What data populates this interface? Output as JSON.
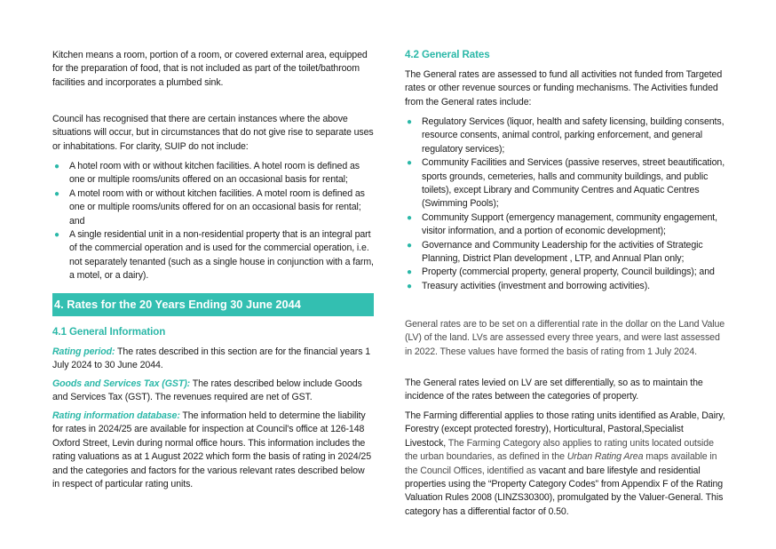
{
  "left": {
    "kitchen_para": "Kitchen means a room, portion of a room, or covered external area, equipped for the preparation of food, that is not included as part of the toilet/bathroom facilities and incorporates a plumbed sink.",
    "council_para": "Council has recognised that there are certain instances where the above situations will occur, but in circumstances that do not give rise to separate uses or inhabitations. For clarity, SUIP do not include:",
    "suip_items": [
      "A hotel room with or without kitchen facilities. A hotel room is defined as one or multiple rooms/units offered on an occasional basis for rental;",
      "A motel room with or without kitchen facilities. A motel room is defined as one or multiple rooms/units offered for on an occasional basis for rental; and",
      "A single residential unit in a non-residential property that is an integral part of the commercial operation and is used for the commercial operation, i.e. not separately tenanted (such as a single house in conjunction with a farm, a motel, or a dairy)."
    ],
    "section_heading": "4. Rates for the 20 Years Ending 30 June 2044",
    "subheading": "4.1 General Information",
    "rating_period_label": "Rating period:",
    "rating_period_text": " The rates described in this section are for the financial years 1 July 2024 to 30 June 2044.",
    "gst_label": "Goods and Services Tax (GST):",
    "gst_text": " The rates described below include Goods and Services Tax (GST). The revenues required are net of GST.",
    "database_label": "Rating information database:",
    "database_text": " The information held to determine the liability for rates in 2024/25 are available for inspection at Council's office at 126-148 Oxford Street, Levin during normal office hours. This information includes the rating valuations as at 1 August 2022 which form the basis of rating in 2024/25 and the categories and factors for the various relevant rates described below in respect of particular rating units."
  },
  "right": {
    "subheading": "4.2 General Rates",
    "intro_para": "The General rates are assessed to fund all activities not funded from Targeted rates or other revenue sources or funding mechanisms. The Activities funded from the General rates include:",
    "activities": [
      "Regulatory Services (liquor, health and safety licensing, building consents, resource consents, animal control, parking enforcement, and general regulatory services);",
      "Community Facilities and Services (passive reserves, street beautification, sports grounds, cemeteries, halls and community buildings, and public toilets), except Library and Community Centres and Aquatic Centres (Swimming Pools);",
      "Community Support (emergency management, community engagement, visitor information, and a portion of economic development);",
      "Governance and Community Leadership for the activities of  Strategic Planning, District Plan development , LTP, and Annual Plan only;",
      "Property (commercial property, general property, Council buildings); and",
      "Treasury activities (investment and borrowing activities)."
    ],
    "lv_para": "General rates are to be set on a differential rate in the dollar on the Land Value (LV) of the land. LVs are assessed every three years, and were last assessed in 2022. These values have formed the basis of rating from 1 July 2024.",
    "differential_para": "The General rates levied on LV are set differentially, so as to maintain the incidence of the rates between the categories of property.",
    "farming_part1": "The Farming differential applies to those rating units identified as Arable, Dairy, Forestry (except protected forestry), Horticultural, Pastoral,Specialist Livestock, ",
    "farming_part2": "The Farming Category also applies to rating units located outside the urban boundaries, as defined in the ",
    "farming_italic": "Urban Rating Area",
    "farming_part3": " maps available in the Council Offices, identified as ",
    "farming_part4": "vacant and bare lifestyle and residential properties using the “Property Category Codes” from Appendix F of the Rating Valuation Rules 2008 (LINZS30300), promulgated by the Valuer-General. This category has a differential factor of 0.50."
  },
  "colors": {
    "accent": "#2bb8a8",
    "banner": "#33bfb1"
  }
}
